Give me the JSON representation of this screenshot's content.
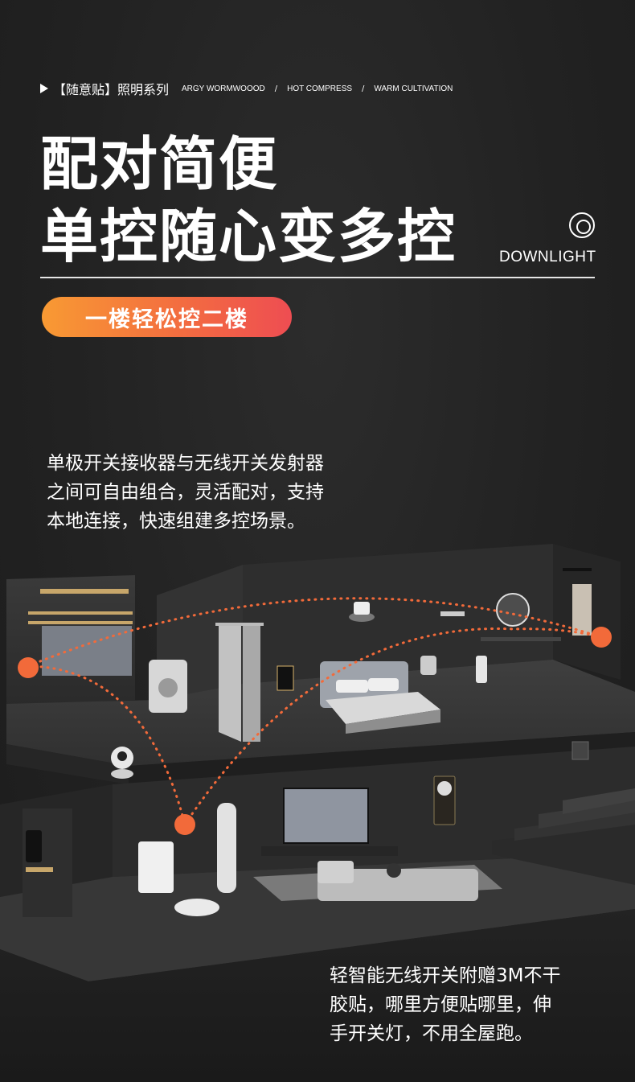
{
  "breadcrumb": {
    "main": "【随意贴】照明系列",
    "items": [
      "ARGY WORMWOOOD",
      "HOT COMPRESS",
      "WARM CULTIVATION"
    ],
    "separator": "/"
  },
  "headline": {
    "line1": "配对简便",
    "line2": "单控随心变多控"
  },
  "downlight": {
    "icon": "concentric-circle-icon",
    "label": "DOWNLIGHT"
  },
  "badge": {
    "text": "一楼轻松控二楼",
    "colors": [
      "#f89a33",
      "#ee4d52"
    ]
  },
  "description_top": [
    "单极开关接收器与无线开关发射器",
    "之间可自由组合，灵活配对，支持",
    "本地连接，快速组建多控场景。"
  ],
  "description_bottom": [
    "轻智能无线开关附赠3M不干",
    "胶贴，哪里方便贴哪里，伸",
    "手开关灯，不用全屋跑。"
  ],
  "colors": {
    "accent": "#f36d40",
    "dot": "#f26a3a",
    "background": "#222222"
  }
}
